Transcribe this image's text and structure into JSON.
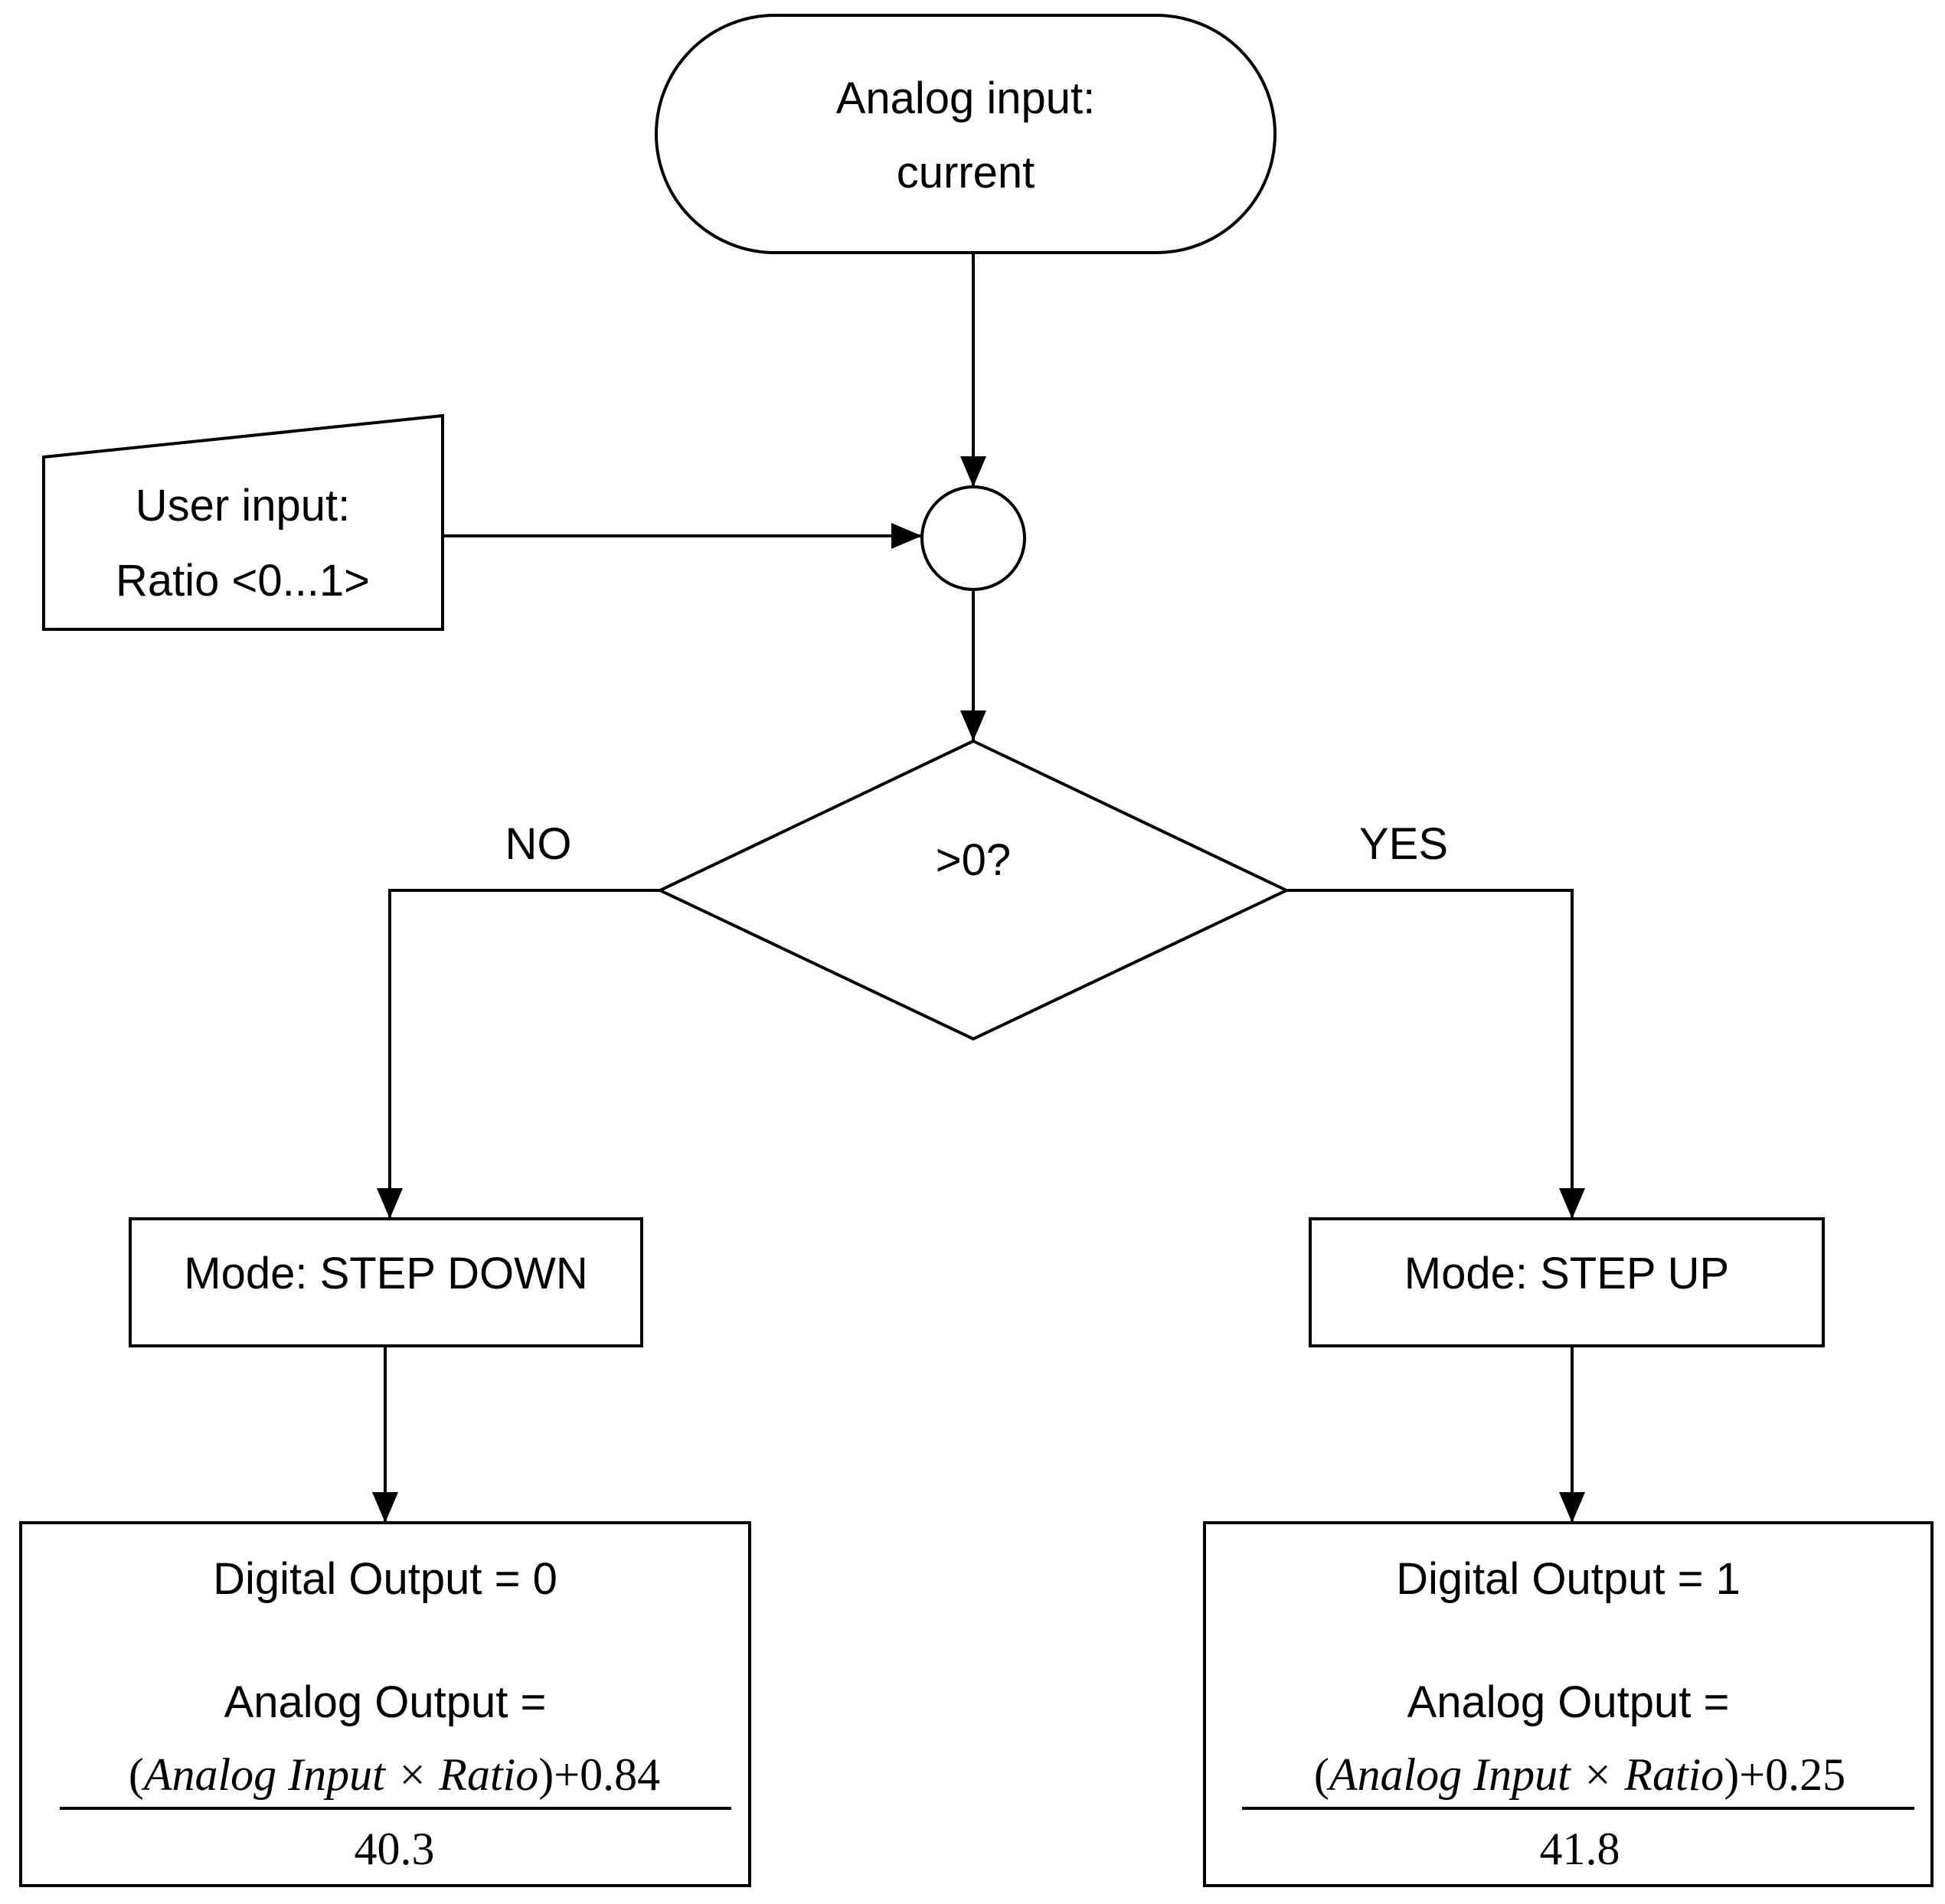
{
  "start": {
    "line1": "Analog input:",
    "line2": "current"
  },
  "user_input": {
    "line1": "User input:",
    "line2": "Ratio <0...1>"
  },
  "decision": {
    "label": ">0?"
  },
  "branches": {
    "no": "NO",
    "yes": "YES"
  },
  "step_down": {
    "mode": "Mode: STEP DOWN",
    "digital": "Digital Output = 0",
    "analog_label": "Analog Output =",
    "numerator": {
      "open": "(",
      "italic": "Analog Input × Ratio",
      "close": ")+0.84"
    },
    "denominator": "40.3"
  },
  "step_up": {
    "mode": "Mode: STEP UP",
    "digital": "Digital Output = 1",
    "analog_label": "Analog Output =",
    "numerator": {
      "open": "(",
      "italic": "Analog Input × Ratio",
      "close": ")+0.25"
    },
    "denominator": "41.8"
  }
}
